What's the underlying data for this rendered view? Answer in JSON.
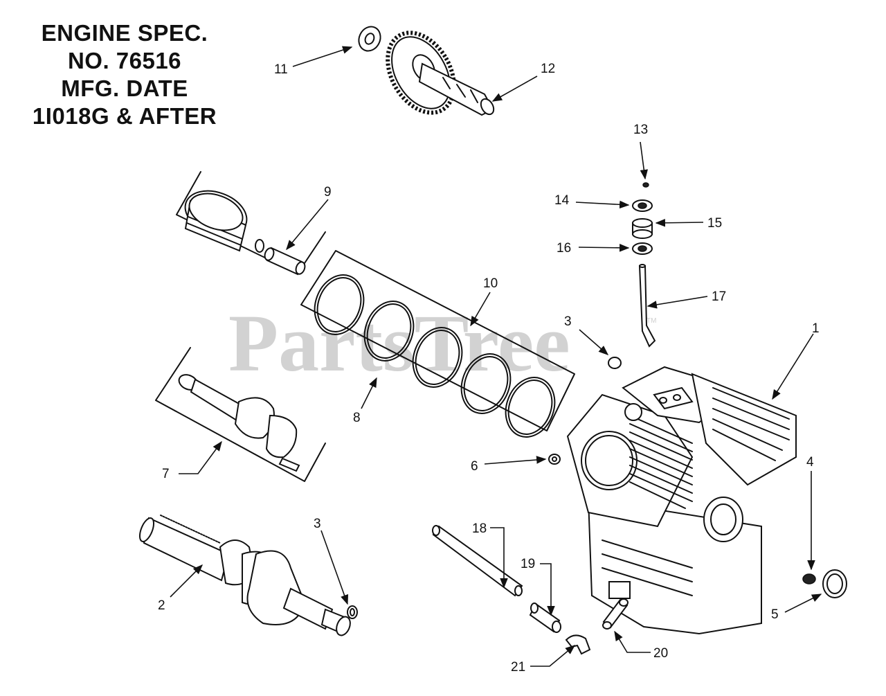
{
  "spec": {
    "line1": "ENGINE SPEC.",
    "line2": "NO. 76516",
    "line3": "MFG. DATE",
    "line4": "1I018G & AFTER"
  },
  "watermark": {
    "text": "PartsTree",
    "tm": "TM"
  },
  "callouts": {
    "c1": "1",
    "c2": "2",
    "c3a": "3",
    "c3b": "3",
    "c4": "4",
    "c5": "5",
    "c6": "6",
    "c7": "7",
    "c8": "8",
    "c9": "9",
    "c10": "10",
    "c11": "11",
    "c12": "12",
    "c13": "13",
    "c14": "14",
    "c15": "15",
    "c16": "16",
    "c17": "17",
    "c18": "18",
    "c19": "19",
    "c20": "20",
    "c21": "21"
  }
}
